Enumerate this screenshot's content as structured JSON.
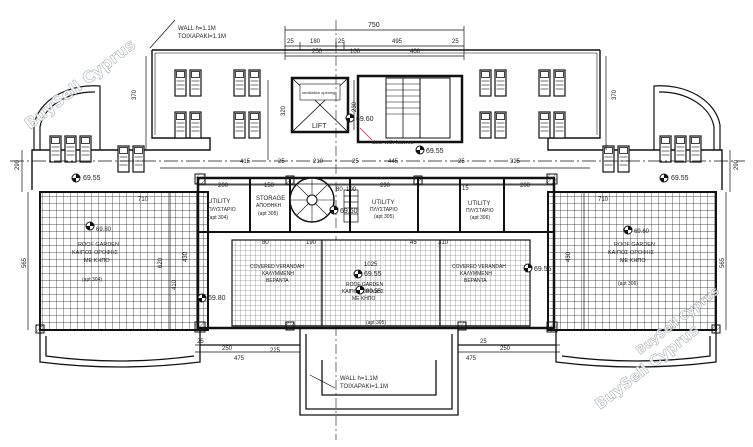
{
  "labels": {
    "wall_top_1": "WALL h=1.1M",
    "wall_top_2": "ΤΟΙΧΑΡΑΚΙ=1.1M",
    "wall_bottom_1": "WALL h=1.1M",
    "wall_bottom_2": "ΤΟΙΧΑΡΑΚΙ=1.1M",
    "lift": "LIFT",
    "lift_note": "ventilation opening",
    "door_louvres": "door with louvres",
    "utility_304": "UTILITY",
    "utility_304_gr": "ΠΛΥΣΤΑΡΙΟ",
    "utility_304_apt": "(apt 304)",
    "storage": "STORAGE",
    "storage_gr": "ΑΠΟΘΗΚΗ",
    "storage_apt": "(apt 305)",
    "utility_305": "UTILITY",
    "utility_305_gr": "ΠΛΥΣΤΑΡΙΟ",
    "utility_305_apt": "(apt 305)",
    "utility_306": "UTILITY",
    "utility_306_gr": "ΠΛΥΣΤΑΡΙΟ",
    "utility_306_apt": "(apt 306)",
    "roof_left_1": "ROOF GARDEN",
    "roof_left_2": "ΚΑΙΠΟΣ ΟΡΟΦΗΣ",
    "roof_left_3": "ΜΕ ΚΗΠΟ",
    "roof_left_apt": "(apt 304)",
    "roof_right_1": "ROOF GARDEN",
    "roof_right_2": "ΚΑΙΠΟΣ ΟΡΟΦΗΣ",
    "roof_right_3": "ΜΕ ΚΗΠΟ",
    "roof_right_apt": "(apt 306)",
    "veranda_left_1": "COVERED VERANDAH",
    "veranda_left_2": "ΚΑΛΥΜΜΕΝΗ",
    "veranda_left_3": "ΒΕΡΑΝΤΑ",
    "veranda_right_1": "COVERED VERANDAH",
    "veranda_right_2": "ΚΑΛΥΜΜΕΝΗ",
    "veranda_right_3": "ΒΕΡΑΝΤΑ",
    "center_1": "ROOF GARDEN",
    "center_2": "ΚΑΙΠΟΣ ΟΡΟΦΗΣ",
    "center_3": "ΜΕ ΚΗΠΟ",
    "center_apt": "(apt 305)"
  },
  "dimensions": {
    "top_total": "750",
    "top_a": "25",
    "top_b": "180",
    "top_c": "25",
    "top_d": "495",
    "top_e": "25",
    "top_f": "250",
    "top_g": "100",
    "top_h": "400",
    "side_left_370": "370",
    "side_right_370": "370",
    "side_left_290": "290",
    "side_right_290": "290",
    "lift_320": "320",
    "lift_230": "230",
    "mid_415": "415",
    "mid_25a": "25",
    "mid_210": "210",
    "mid_25b": "25",
    "mid_445": "445",
    "mid_25c": "25",
    "mid_325": "325",
    "row_200a": "200",
    "row_150": "150",
    "row_80": "80",
    "row_100": "100",
    "row_290": "290",
    "row_15": "15",
    "row_200b": "200",
    "bot_25a": "25",
    "bot_250a": "250",
    "bot_475a": "475",
    "bot_225": "225",
    "bot_25b": "25",
    "bot_250b": "250",
    "bot_475b": "475",
    "v_710a": "710",
    "v_710b": "710",
    "v_565a": "565",
    "v_565b": "565",
    "v_430a": "430",
    "v_430b": "430",
    "v_410": "410",
    "v_620": "620",
    "v_80": "80",
    "v_190": "190",
    "v_310": "310",
    "v_1025": "1025",
    "v_45": "45"
  },
  "levels": {
    "lvl_1": "69.60",
    "lvl_2": "69.55",
    "lvl_3": "69.55",
    "lvl_4": "69.55",
    "lvl_5": "69.60",
    "lvl_6": "69.80",
    "lvl_7": "69.55",
    "lvl_8": "69.55",
    "lvl_9": "69.80",
    "lvl_10": "69.60",
    "lvl_11": "69.55"
  },
  "watermarks": {
    "wm1": "BuySell Cyprus",
    "wm2": "BuySell Cyprus",
    "wm3": "BuySell Cyprus"
  }
}
